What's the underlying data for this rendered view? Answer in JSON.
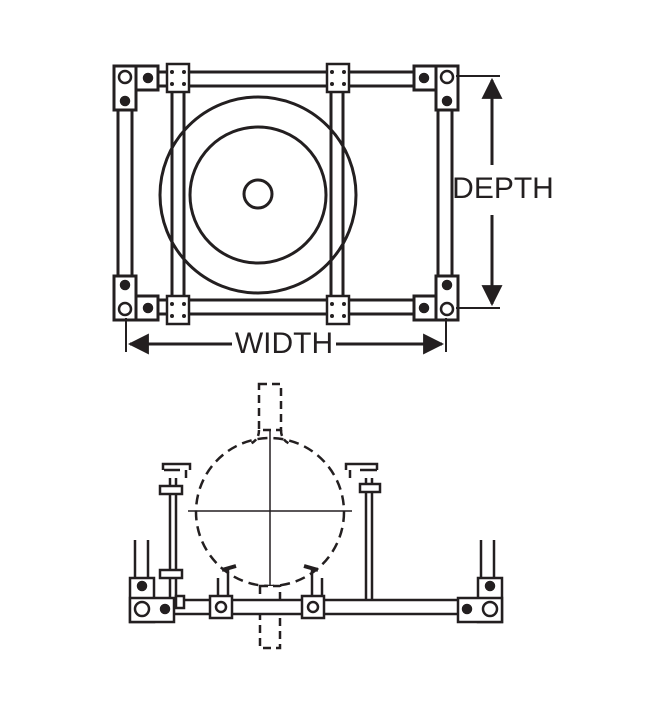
{
  "diagram": {
    "labels": {
      "depth": "DEPTH",
      "width": "WIDTH"
    },
    "colors": {
      "ink": "#231f20",
      "background": "#ffffff"
    },
    "views": [
      "top-view",
      "side-view"
    ]
  }
}
